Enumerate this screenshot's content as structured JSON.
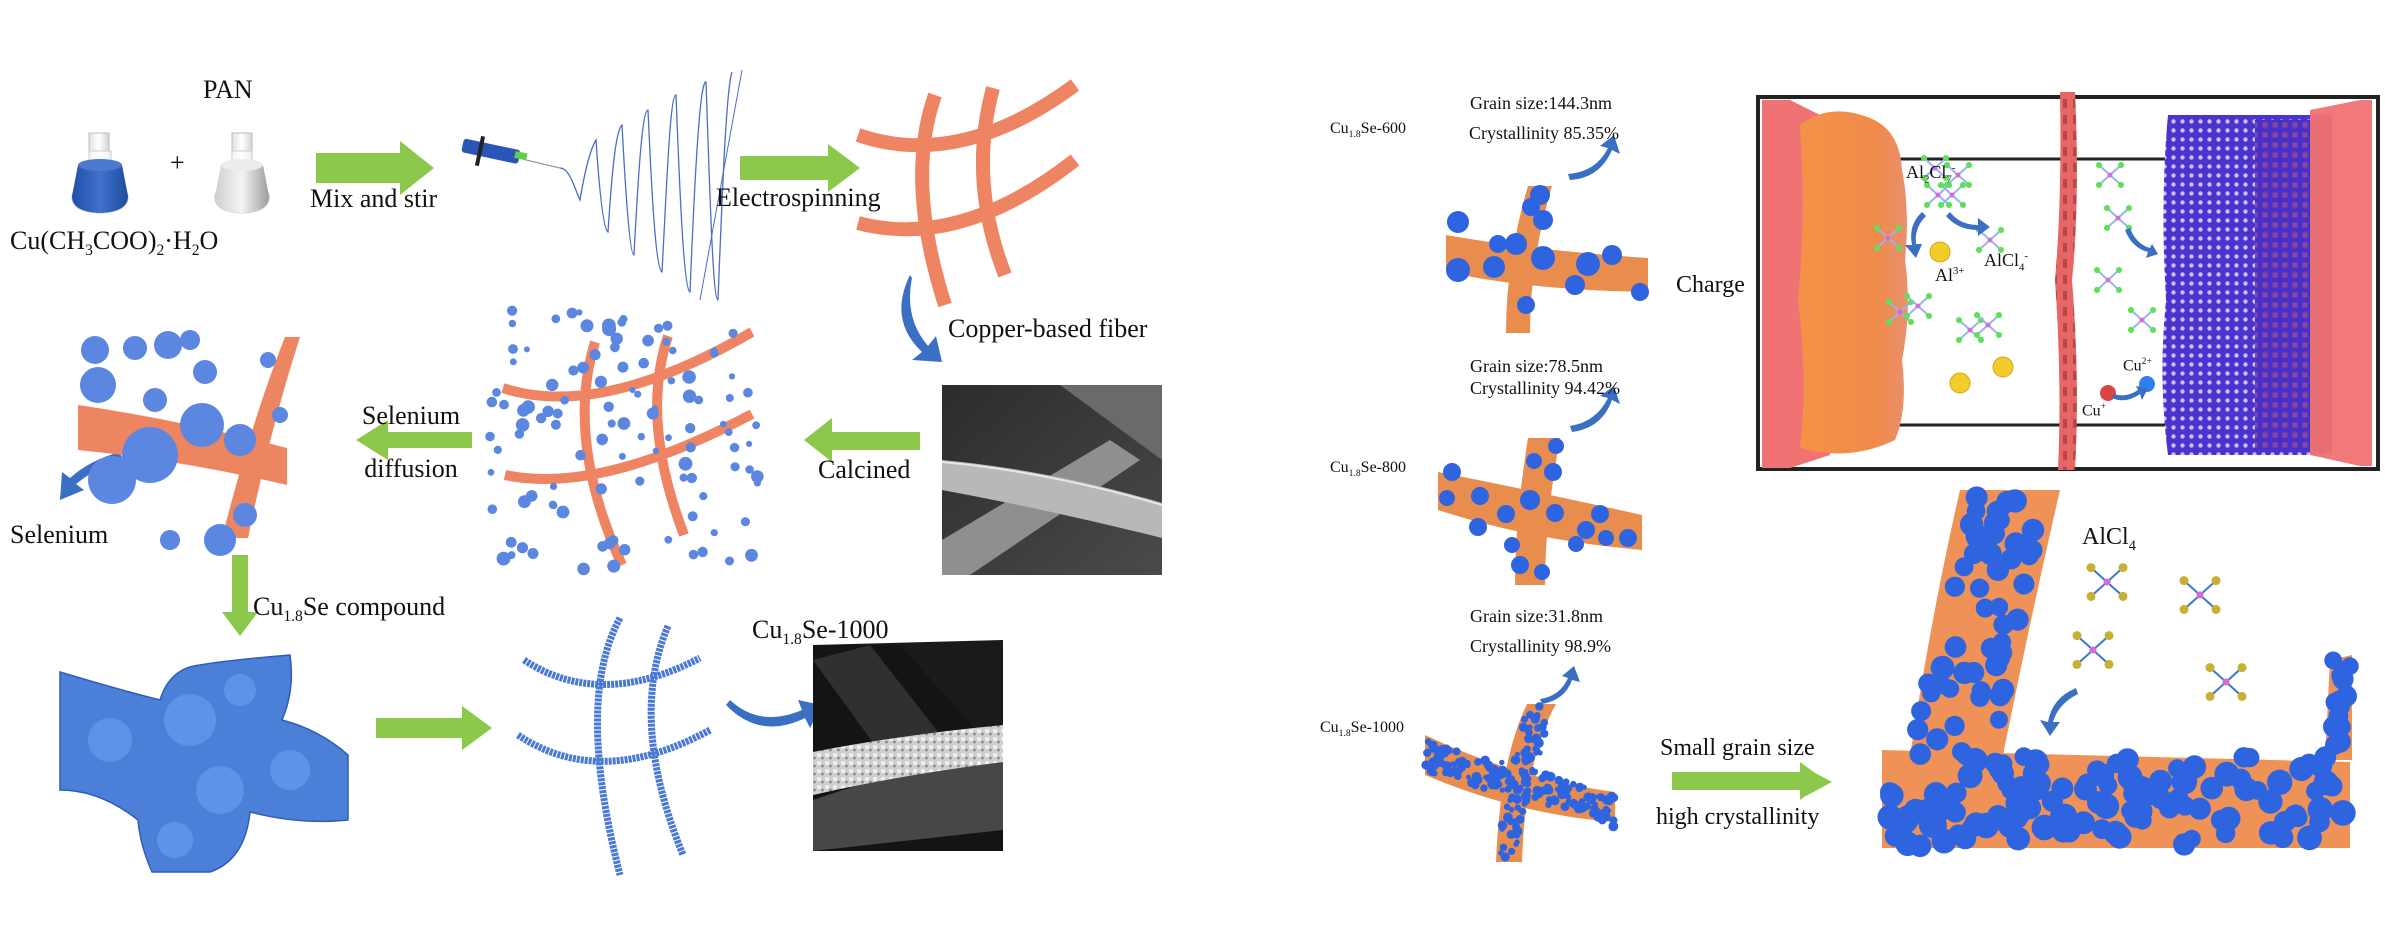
{
  "colors": {
    "arrow_green": "#8cc84b",
    "fiber_orange": "#ef8462",
    "fiber_orange_dark": "#e98d4f",
    "particle_blue": "#3f6fe0",
    "selenium_blue": "#5b87e0",
    "curve_arrow_blue": "#3a6fc4",
    "electrode_red": "#f07272",
    "cathode_purple": "#4b2fd0",
    "ion_green": "#5ee05a",
    "ion_yellow": "#f2cc2a",
    "cu1_red": "#d94444",
    "cu2_blue": "#2f7ff0",
    "sem_dark": "#3a3a3a"
  },
  "synthesis": {
    "reagent1": {
      "base": "Cu(CH",
      "sub1": "3",
      "mid": "COO)",
      "sub2": "2",
      "mid2": "·H",
      "sub3": "2",
      "end": "O"
    },
    "reagent2": "PAN",
    "plus": "+",
    "step_mix": "Mix and stir",
    "step_electrospin": "Electrospinning",
    "product_fiber": "Copper-based fiber",
    "step_calcined": "Calcined",
    "step_diffusion_line1": "Selenium",
    "step_diffusion_line2": "diffusion",
    "selenium_label": "Selenium",
    "compound": {
      "base": "Cu",
      "sub": "1.8",
      "end": "Se compound"
    },
    "final_product": {
      "base": "Cu",
      "sub": "1.8",
      "end": "Se-1000"
    }
  },
  "samples": [
    {
      "name_base": "Cu",
      "name_sub": "1.8",
      "name_end": "Se-600",
      "grain_size": "Grain size:144.3nm",
      "crystallinity": "Crystallinity 85.35%"
    },
    {
      "name_base": "Cu",
      "name_sub": "1.8",
      "name_end": "Se-800",
      "grain_size": "Grain size:78.5nm",
      "crystallinity": "Crystallinity 94.42%"
    },
    {
      "name_base": "Cu",
      "name_sub": "1.8",
      "name_end": "Se-1000",
      "grain_size": "Grain size:31.8nm",
      "crystallinity": "Crystallinity 98.9%"
    }
  ],
  "trend": {
    "line1": "Small grain size",
    "line2": "high crystallinity"
  },
  "battery": {
    "mode": "Charge",
    "ion_al2cl7": {
      "base": "Al",
      "sub1": "2",
      "mid": "Cl",
      "sub2": "7",
      "sup": "-"
    },
    "ion_alcl4": {
      "base": "AlCl",
      "sub": "4",
      "sup": "-"
    },
    "ion_al3": {
      "base": "Al",
      "sup": "3+"
    },
    "ion_cu2": {
      "base": "Cu",
      "sup": "2+"
    },
    "ion_cu1": {
      "base": "Cu",
      "sup": "+"
    }
  },
  "closeup": {
    "ion_label": {
      "base": "AlCl",
      "sub": "4"
    }
  }
}
